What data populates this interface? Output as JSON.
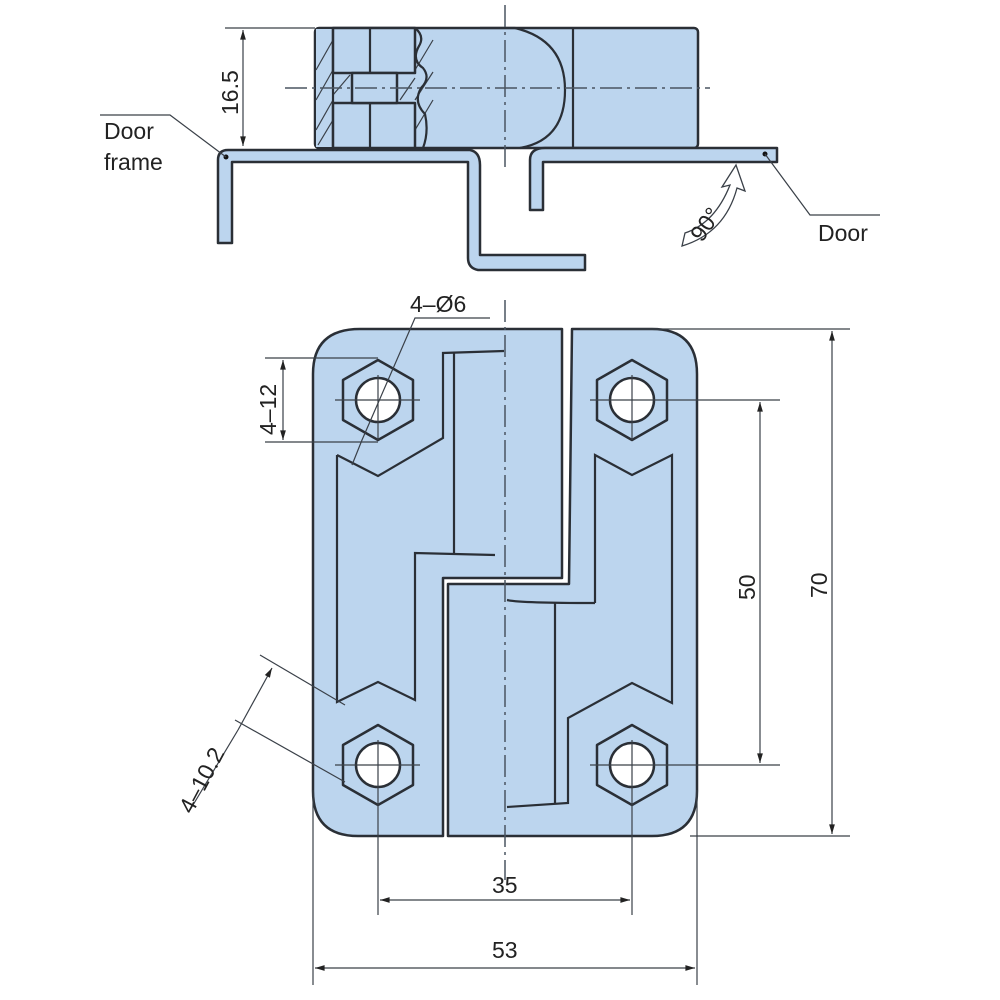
{
  "labels": {
    "door_frame_line1": "Door",
    "door_frame_line2": "frame",
    "door": "Door",
    "rotation": "90°"
  },
  "dimensions": {
    "height_top_view": "16.5",
    "hole_diameter": "4–Ø6",
    "hex_across_flats": "4–12",
    "hex_across_corners": "4–10.2",
    "hole_spacing_vertical": "50",
    "overall_height": "70",
    "hole_spacing_horizontal": "35",
    "overall_width": "53"
  },
  "colors": {
    "fill": "#bcd5ee",
    "stroke": "#2a2f36"
  }
}
